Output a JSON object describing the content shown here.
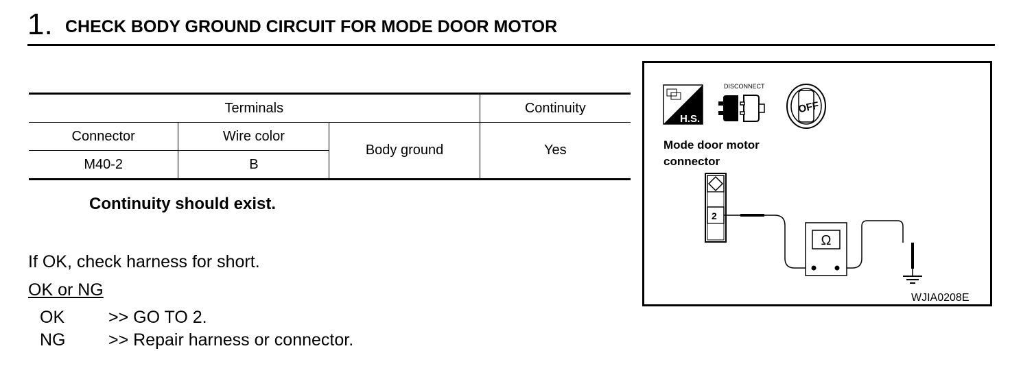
{
  "step": {
    "number": "1.",
    "title": "CHECK BODY GROUND CIRCUIT FOR MODE DOOR MOTOR"
  },
  "table": {
    "header_terminals": "Terminals",
    "header_continuity": "Continuity",
    "sub_connector": "Connector",
    "sub_wire_color": "Wire color",
    "body_ground": "Body ground",
    "result": "Yes",
    "row": {
      "connector": "M40-2",
      "wire_color": "B"
    }
  },
  "note": "Continuity should exist.",
  "instruction": "If OK, check harness for short.",
  "ok_ng_heading": "OK or NG",
  "results": [
    {
      "code": "OK",
      "text": ">> GO TO 2."
    },
    {
      "code": "NG",
      "text": ">> Repair harness or connector."
    }
  ],
  "diagram": {
    "icons": [
      "hs-icon",
      "disconnect-icon",
      "ignition-off-icon"
    ],
    "hs_label": "H.S.",
    "disconnect_label": "DISCONNECT",
    "off_label": "OFF",
    "connector_label_line1": "Mode door motor",
    "connector_label_line2": "connector",
    "terminal_number": "2",
    "meter_symbol": "Ω",
    "figure_code": "WJIA0208E"
  }
}
